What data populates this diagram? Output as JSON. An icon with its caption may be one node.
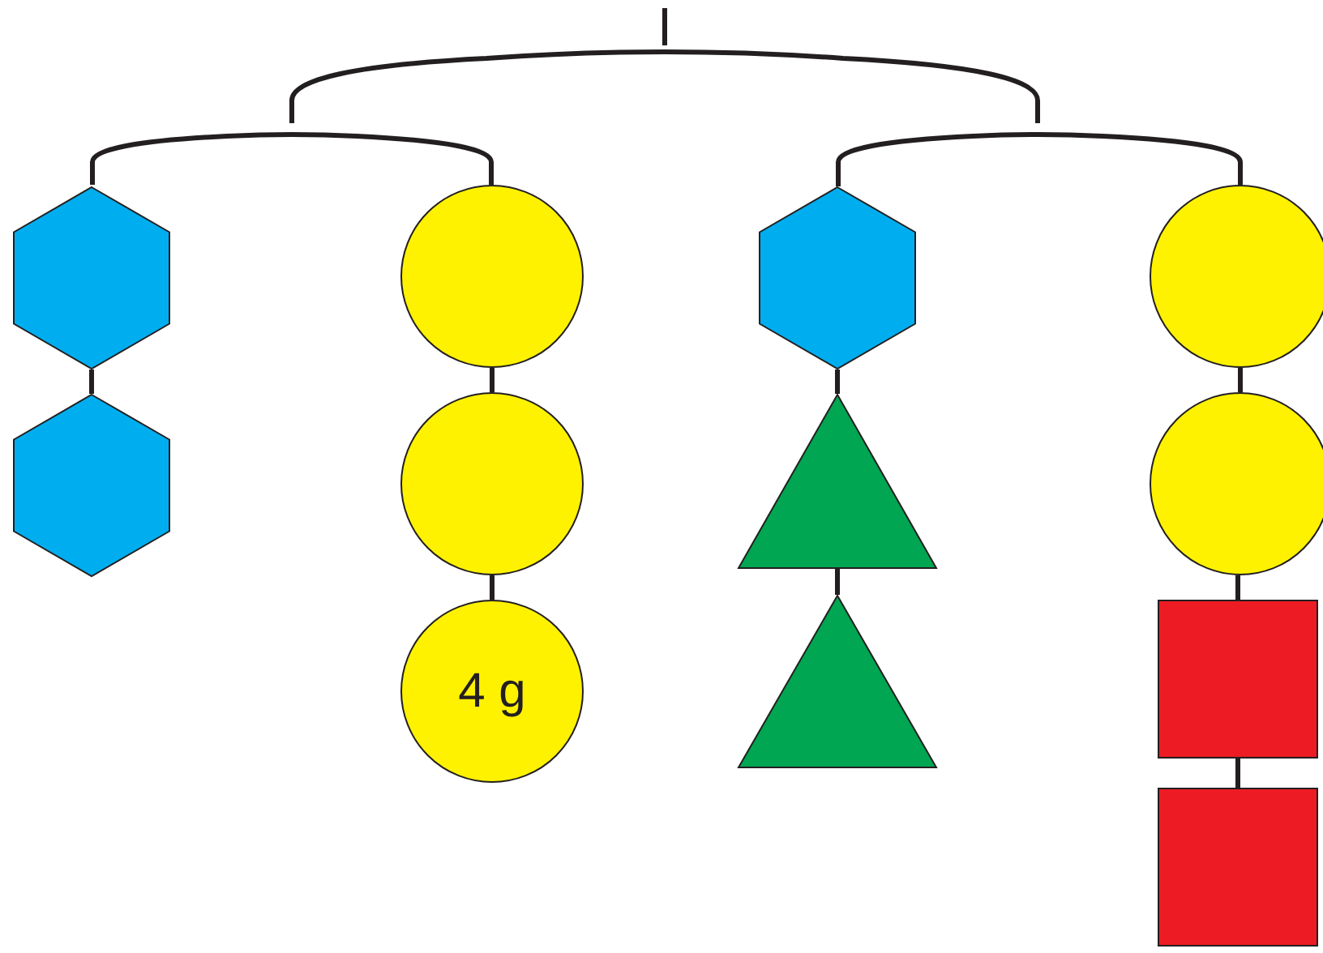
{
  "diagram": {
    "nodes": [
      {
        "text": [],
        "shape": "hexagon"
      },
      {
        "text": [],
        "shape": "hexagon"
      },
      {
        "text": [],
        "shape": "circle"
      },
      {
        "text": [],
        "shape": "circle"
      },
      {
        "text": [
          "4 g"
        ]
      },
      {
        "text": [],
        "shape": "hexagon"
      },
      {
        "text": [],
        "shape": "triangle"
      },
      {
        "text": [],
        "shape": "triangle"
      },
      {
        "text": [],
        "shape": "circle"
      },
      {
        "text": [],
        "shape": "circle"
      },
      {
        "text": [],
        "shape": "box"
      },
      {
        "text": [],
        "shape": "box"
      }
    ],
    "edges": [
      {
        "from": 0,
        "to": 1,
        "arrow": "none"
      },
      {
        "from": 2,
        "to": 3,
        "arrow": "none"
      },
      {
        "from": 3,
        "to": 4,
        "arrow": "none"
      },
      {
        "from": 5,
        "to": 6,
        "arrow": "none"
      },
      {
        "from": 6,
        "to": 7,
        "arrow": "none"
      },
      {
        "from": 8,
        "to": 9,
        "arrow": "none"
      },
      {
        "from": 9,
        "to": 10,
        "arrow": "none"
      },
      {
        "from": 10,
        "to": 11,
        "arrow": "none"
      }
    ]
  }
}
